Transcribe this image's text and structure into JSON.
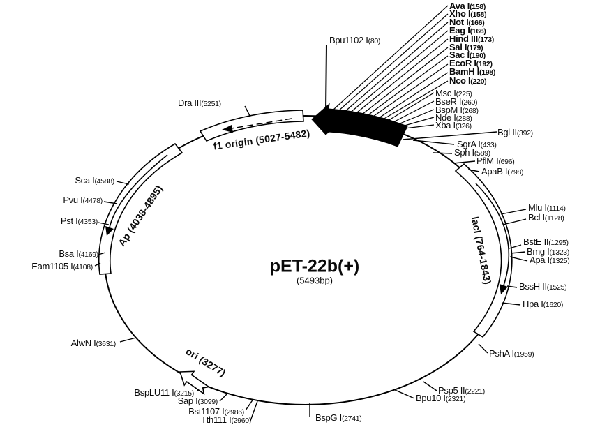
{
  "title": {
    "name": "pET-22b(+)",
    "size": "(5493bp)"
  },
  "features": {
    "f1": "f1 origin (5027-5482)",
    "laci": "lacI (764-1843)",
    "ap": "Ap (4038-4895)",
    "ori": "ori (3277)"
  },
  "colors": {
    "ink": "#000000",
    "background": "#ffffff"
  },
  "sites": [
    {
      "name": "Ava I",
      "num": "(158)"
    },
    {
      "name": "Xho I",
      "num": "(158)"
    },
    {
      "name": "Not I",
      "num": "(166)"
    },
    {
      "name": "Eag I",
      "num": "(166)"
    },
    {
      "name": "Hind III",
      "num": "(173)"
    },
    {
      "name": "Sal I",
      "num": "(179)"
    },
    {
      "name": "Sac I",
      "num": "(190)"
    },
    {
      "name": "EcoR I",
      "num": "(192)"
    },
    {
      "name": "BamH I",
      "num": "(198)"
    },
    {
      "name": "Nco I",
      "num": "(220)"
    },
    {
      "name": "Msc I",
      "num": "(225)"
    },
    {
      "name": "BseR I",
      "num": "(260)"
    },
    {
      "name": "BspM I",
      "num": "(268)"
    },
    {
      "name": "Nde I",
      "num": "(288)"
    },
    {
      "name": "Xba I",
      "num": "(326)"
    },
    {
      "name": "Bgl II",
      "num": "(392)"
    },
    {
      "name": "SgrA I",
      "num": "(433)"
    },
    {
      "name": "Sph I",
      "num": "(589)"
    },
    {
      "name": "PflM I",
      "num": "(696)"
    },
    {
      "name": "ApaB I",
      "num": "(798)"
    },
    {
      "name": "Mlu I",
      "num": "(1114)"
    },
    {
      "name": "Bcl I",
      "num": "(1128)"
    },
    {
      "name": "BstE II",
      "num": "(1295)"
    },
    {
      "name": "Bmg I",
      "num": "(1323)"
    },
    {
      "name": "Apa I",
      "num": "(1325)"
    },
    {
      "name": "BssH II",
      "num": "(1525)"
    },
    {
      "name": "Hpa I",
      "num": "(1620)"
    },
    {
      "name": "PshA I",
      "num": "(1959)"
    },
    {
      "name": "Psp5 II",
      "num": "(2221)"
    },
    {
      "name": "Bpu10 I",
      "num": "(2321)"
    },
    {
      "name": "BspG I",
      "num": "(2741)"
    },
    {
      "name": "Tth111 I",
      "num": "(2960)"
    },
    {
      "name": "Bst1107 I",
      "num": "(2986)"
    },
    {
      "name": "Sap I",
      "num": "(3099)"
    },
    {
      "name": "BspLU11 I",
      "num": "(3215)"
    },
    {
      "name": "AlwN I",
      "num": "(3631)"
    },
    {
      "name": "Eam1105 I",
      "num": "(4108)"
    },
    {
      "name": "Bsa I",
      "num": "(4169)"
    },
    {
      "name": "Pst I",
      "num": "(4353)"
    },
    {
      "name": "Pvu I",
      "num": "(4478)"
    },
    {
      "name": "Sca I",
      "num": "(4588)"
    },
    {
      "name": "Dra III",
      "num": "(5251)"
    },
    {
      "name": "Bpu1102 I",
      "num": "(80)"
    }
  ]
}
